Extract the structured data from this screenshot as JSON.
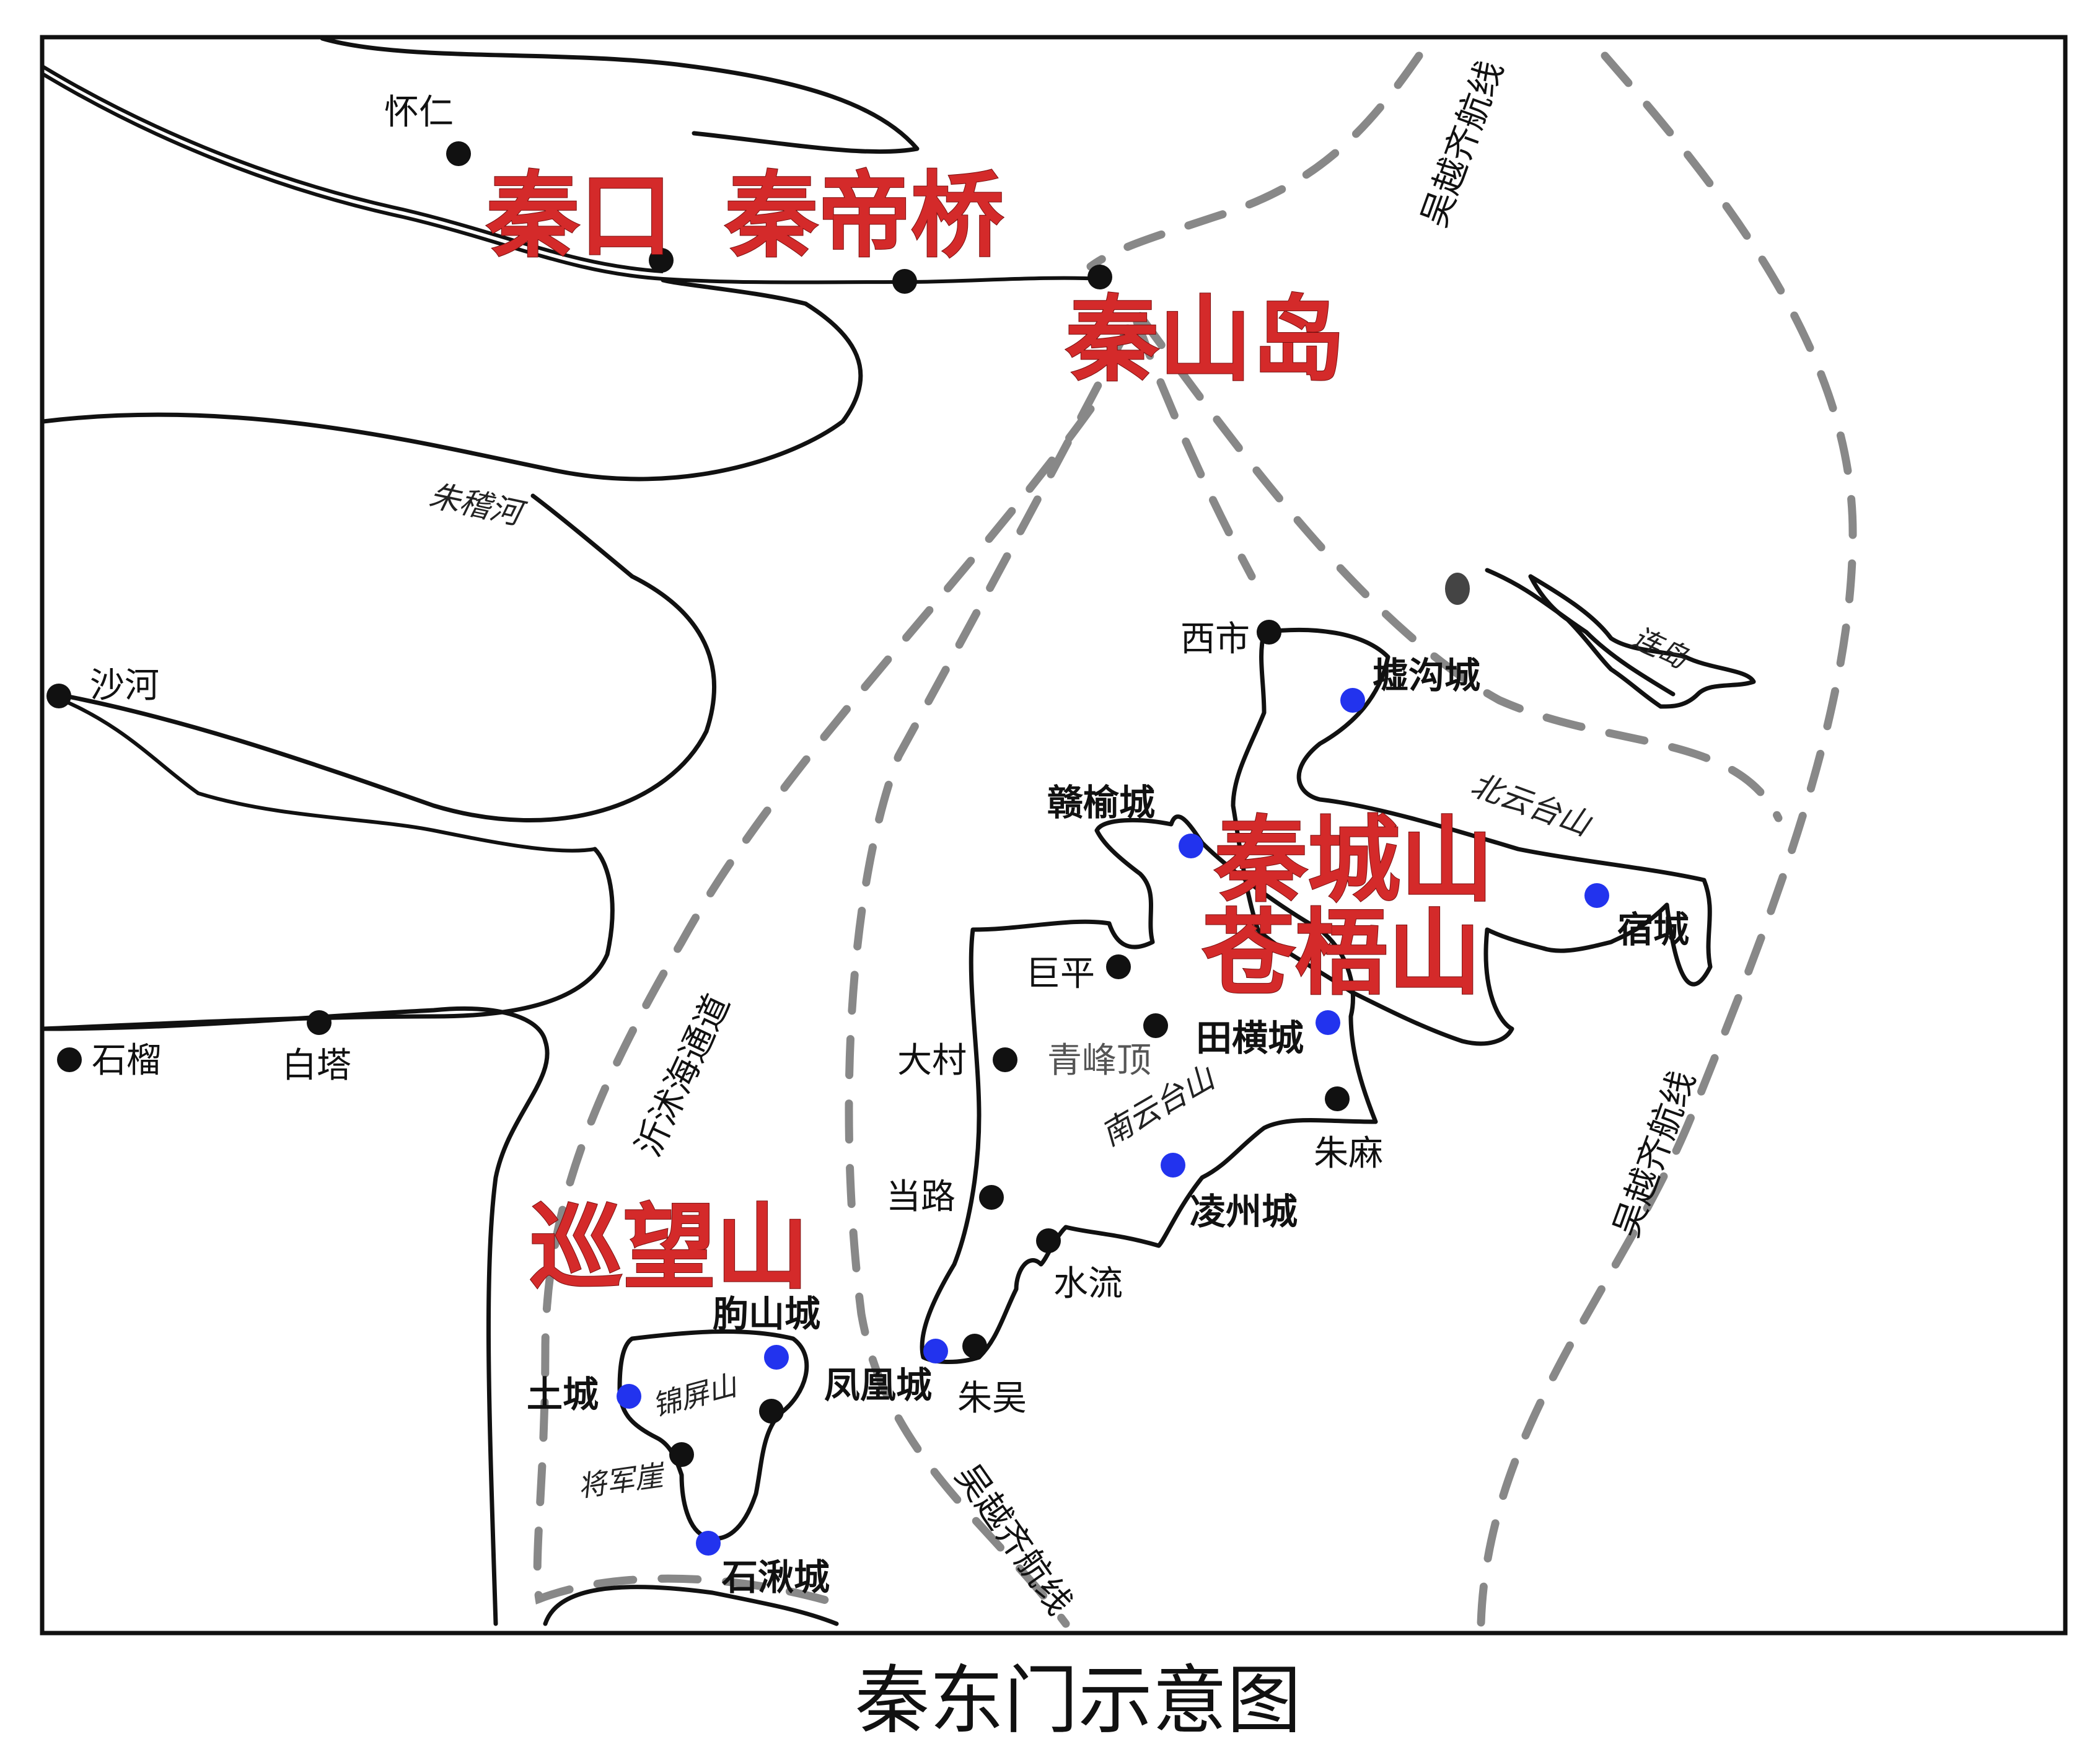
{
  "caption": "秦东门示意图",
  "colors": {
    "major_label": "#d42a2a",
    "route": "#888888",
    "coast": "#111111",
    "city_marker": "#2233ee",
    "place_marker": "#111111"
  },
  "major_labels": {
    "qinkou": "秦口",
    "qindiqiao": "秦帝桥",
    "qinshandao": "秦山岛",
    "qinchengshan": "秦城山",
    "cangwushan": "苍梧山",
    "xunwangshan": "巡望山"
  },
  "routes": {
    "wuyueqi_1": "吴越齐航线",
    "wuyueqi_2": "吴越齐航线",
    "wuyueqi_3": "吴越齐航线",
    "yishu": "沂沭海通道"
  },
  "features": {
    "zhujihe": "朱稽河",
    "liandao": "连岛",
    "beiyuntaishan": "北云台山",
    "nanyuntaishan": "南云台山",
    "jinpingshan": "锦屏山",
    "jiangjunya": "将军崖",
    "qingfengding": "青峰顶"
  },
  "places": {
    "huairen": "怀仁",
    "shahe": "沙河",
    "shiliu": "石榴",
    "baita": "白塔",
    "xishi": "西市",
    "juping": "巨平",
    "dacun": "大村",
    "danglu": "当路",
    "shuiliu": "水流",
    "zhuwu": "朱吴",
    "zhuma": "朱麻"
  },
  "cities": {
    "xugoucheng": "墟沟城",
    "ganyucheng": "赣榆城",
    "sucheng": "宿城",
    "tianhengcheng": "田横城",
    "lingzhoucheng": "凌州城",
    "qushancheng": "朐山城",
    "tucheng": "土城",
    "fenghuangcheng": "凤凰城",
    "shiqiucheng": "石湫城"
  }
}
